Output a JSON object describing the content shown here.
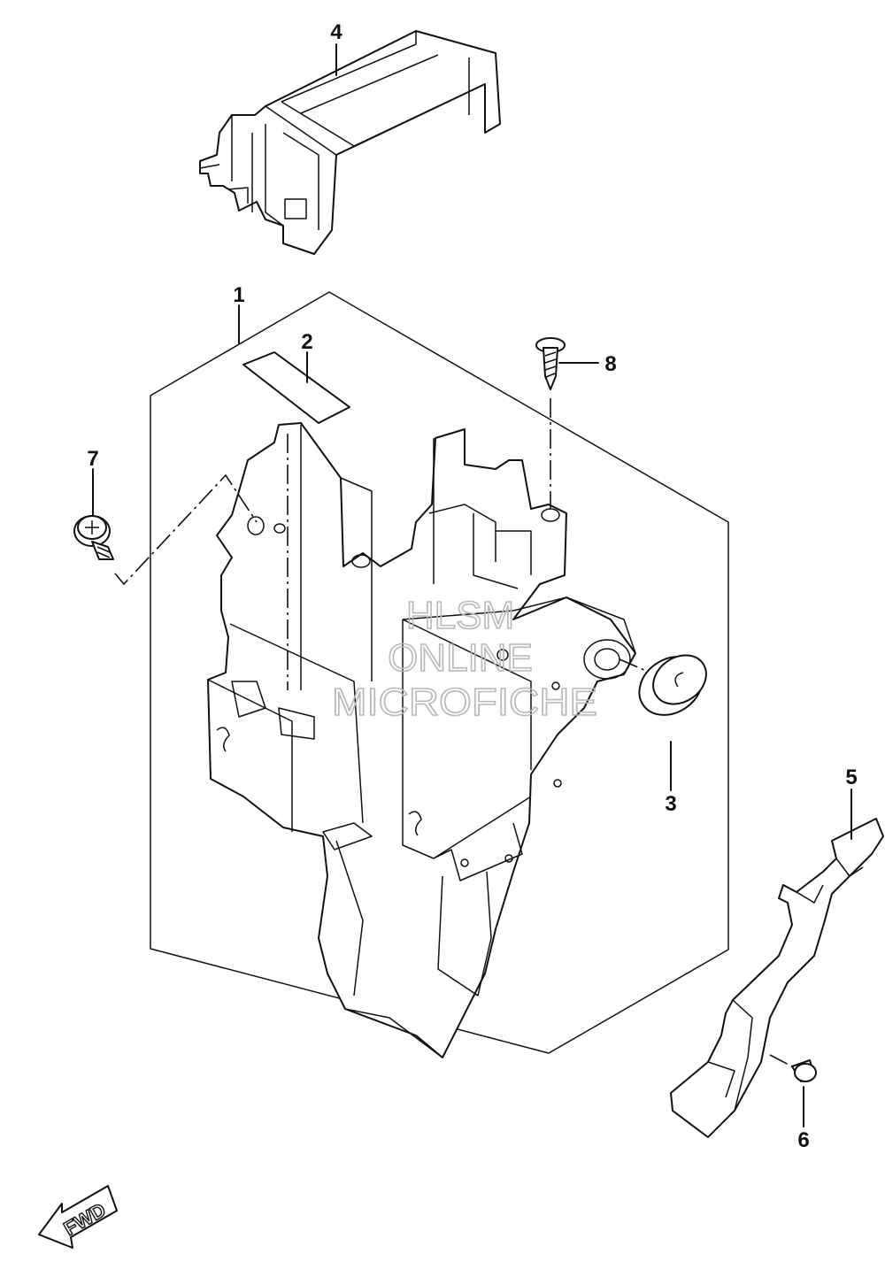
{
  "callouts": [
    "1",
    "2",
    "3",
    "4",
    "5",
    "6",
    "7",
    "8"
  ],
  "watermark": {
    "line1": "HLSM",
    "line2": "ONLINE",
    "line3": "MICROFICHE"
  },
  "fwd_label": "FWD"
}
